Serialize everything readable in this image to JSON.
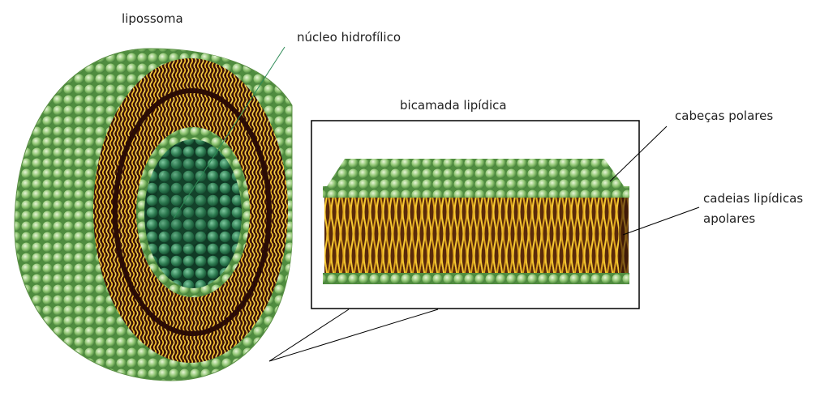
{
  "labels": {
    "liposome": "lipossoma",
    "hydrophilic_core": "núcleo hidrofílico",
    "lipid_bilayer": "bicamada lipídica",
    "polar_heads": "cabeças polares",
    "apolar_chains_line1": "cadeias lipídicas",
    "apolar_chains_line2": "apolares"
  },
  "colors": {
    "head_green": "#7fb86a",
    "head_dark_green": "#2e7d52",
    "tail_yellow": "#f2c12e",
    "tail_brown": "#3a1208",
    "frame": "#000000"
  }
}
